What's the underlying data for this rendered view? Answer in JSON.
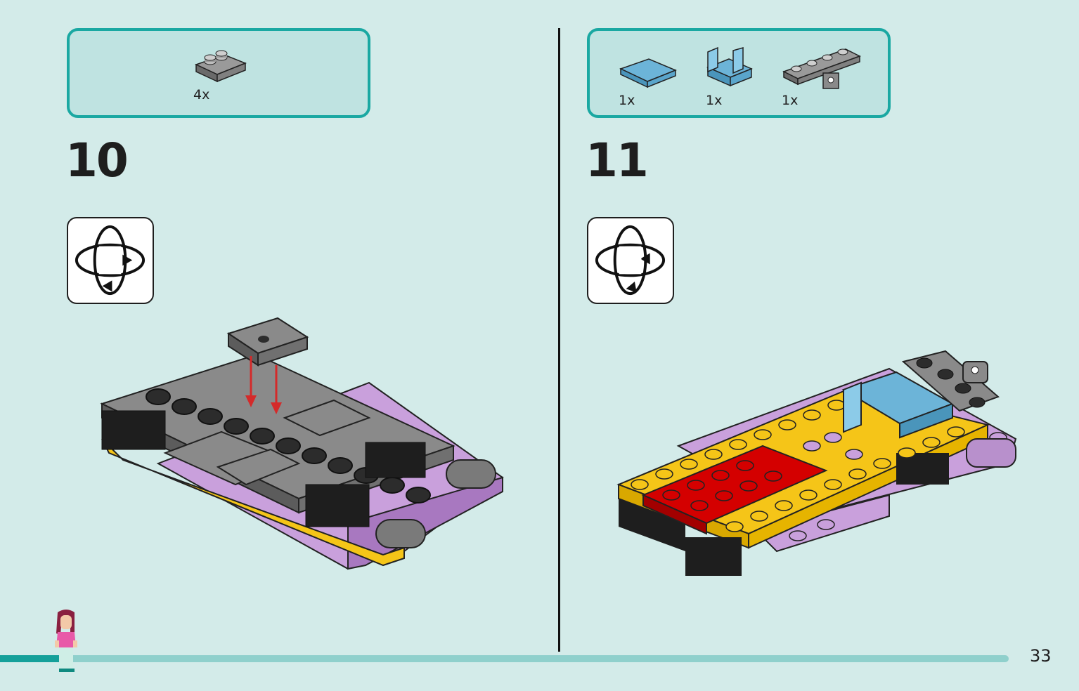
{
  "steps": [
    {
      "number": "10",
      "parts": [
        {
          "icon": "gray-rail-plate-icon",
          "quantity": "4x"
        }
      ],
      "rotate_icon": "rotate-model-icon"
    },
    {
      "number": "11",
      "parts": [
        {
          "icon": "blue-tile-icon",
          "quantity": "1x"
        },
        {
          "icon": "blue-seat-icon",
          "quantity": "1x"
        },
        {
          "icon": "gray-hinge-plate-icon",
          "quantity": "1x"
        }
      ],
      "rotate_icon": "rotate-model-icon"
    }
  ],
  "page": {
    "number": "33"
  },
  "colors": {
    "background": "#d3ebe9",
    "accent": "#1aa8a2",
    "gray": "#7a7a7a",
    "lavender": "#c9a0dc",
    "yellow": "#f5c518",
    "red": "#d40000",
    "blue": "#6cb4d8"
  }
}
